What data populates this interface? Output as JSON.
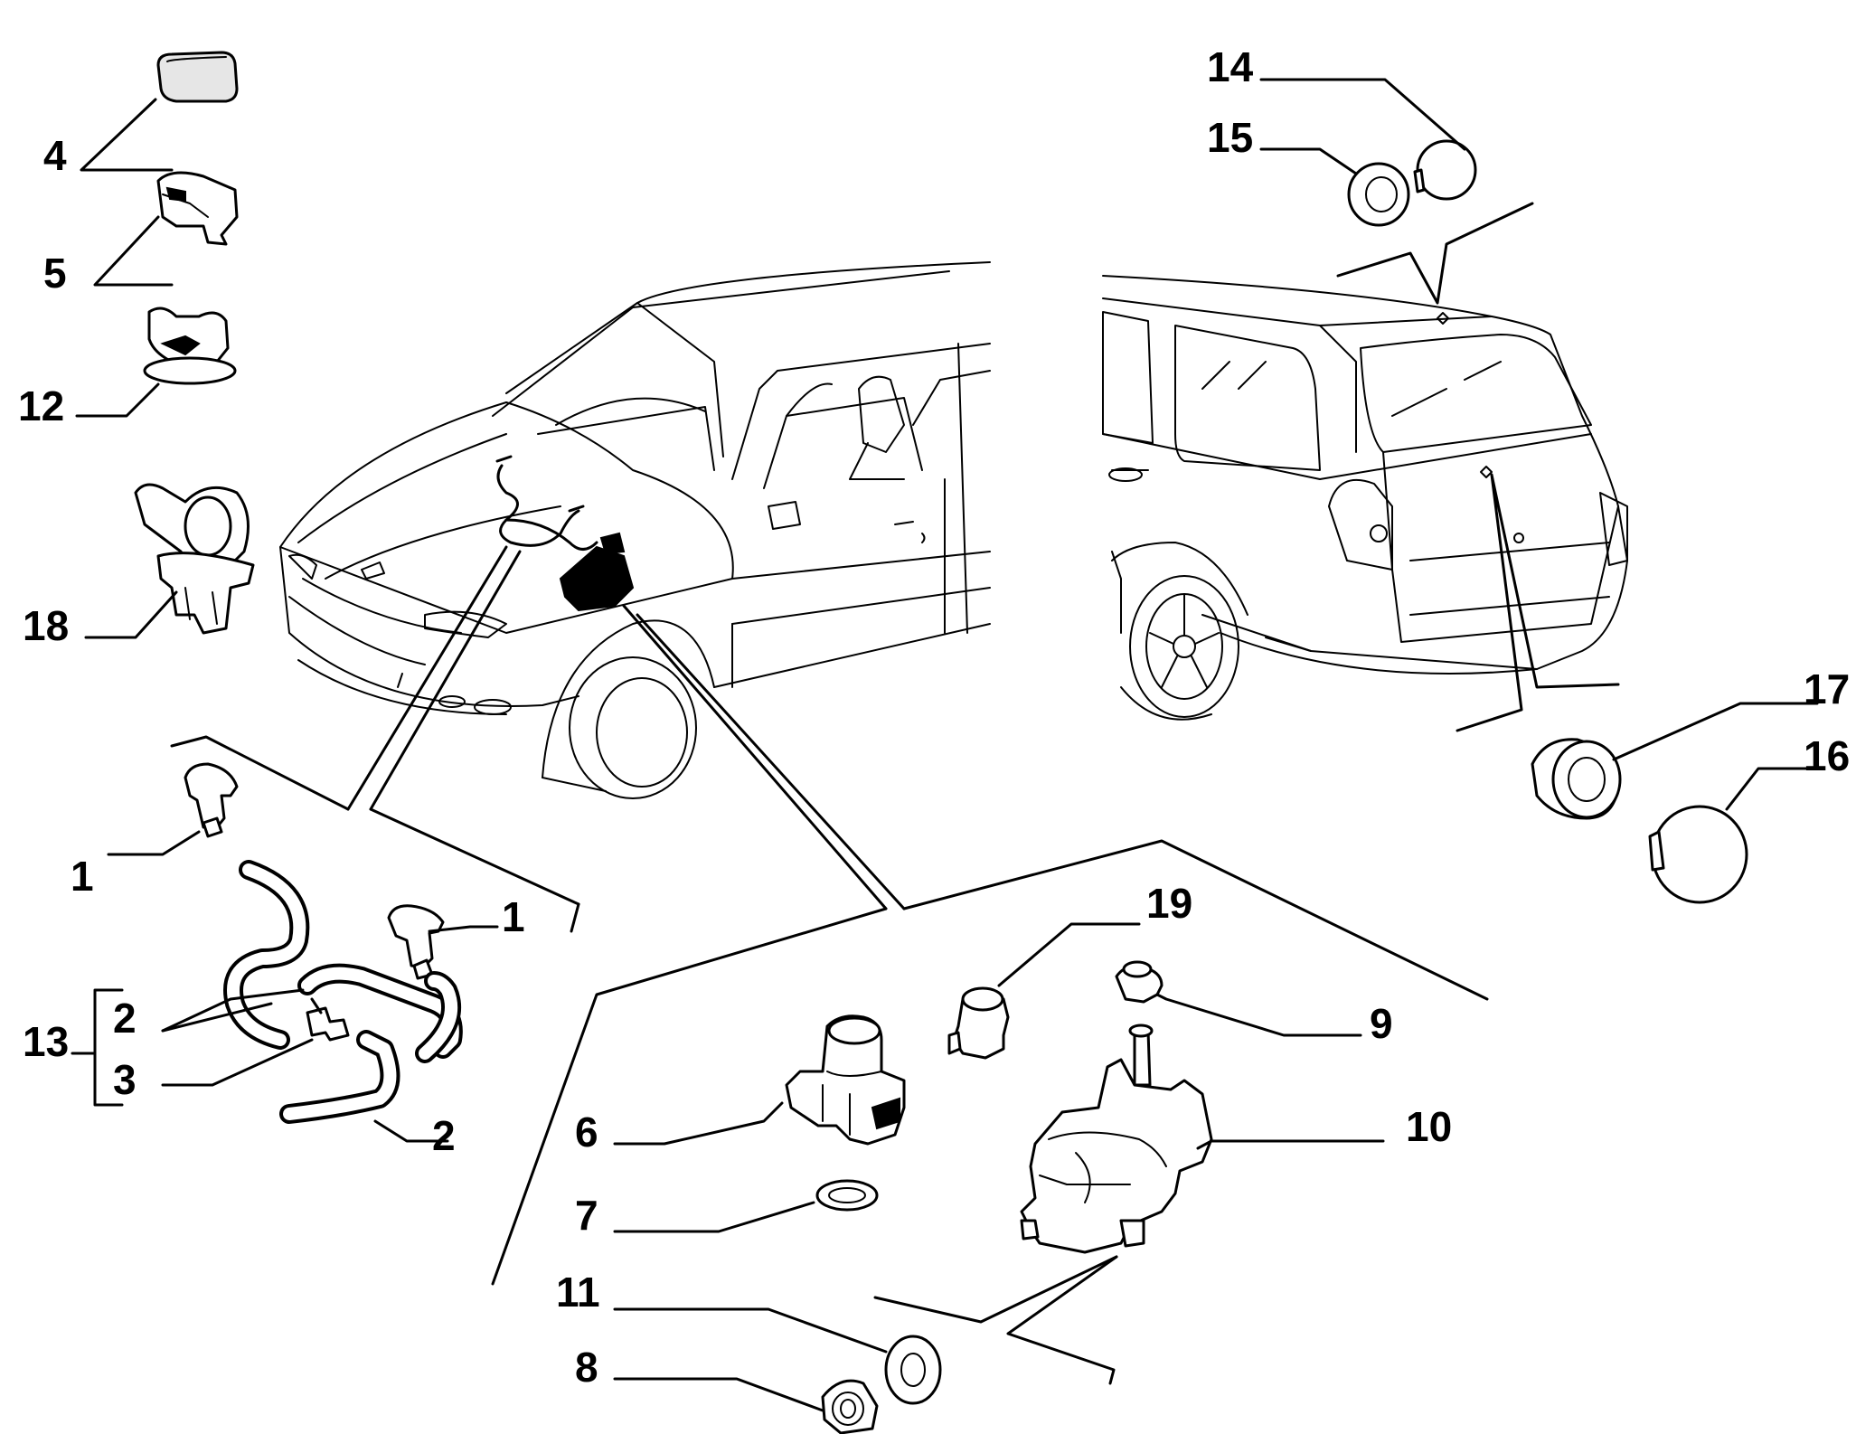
{
  "callouts": {
    "c1a": "1",
    "c1b": "1",
    "c2a": "2",
    "c2b": "2",
    "c3": "3",
    "c4": "4",
    "c5": "5",
    "c6": "6",
    "c7": "7",
    "c8": "8",
    "c9": "9",
    "c10": "10",
    "c11": "11",
    "c12": "12",
    "c13": "13",
    "c14": "14",
    "c15": "15",
    "c16": "16",
    "c17": "17",
    "c18": "18",
    "c19": "19"
  }
}
